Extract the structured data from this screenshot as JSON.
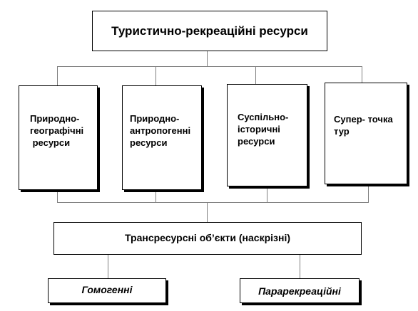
{
  "title": "Туристично-рекреаційні ресурси",
  "categories": [
    {
      "lines": [
        "Природно-",
        "географічні",
        " ресурси"
      ]
    },
    {
      "lines": [
        "Природно-",
        "антропогенні",
        "ресурси"
      ]
    },
    {
      "lines": [
        "Суспільно-",
        "історичні",
        "ресурси"
      ]
    },
    {
      "lines": [
        "Супер- точка",
        "тур"
      ]
    }
  ],
  "transresource": "Трансресурсні об’єкти (наскрізні)",
  "homogeneous": "Гомогенні",
  "pararecreational": "Парарекреаційні",
  "colors": {
    "box_border": "#000000",
    "connector": "#7f7f7f",
    "background": "#ffffff"
  }
}
